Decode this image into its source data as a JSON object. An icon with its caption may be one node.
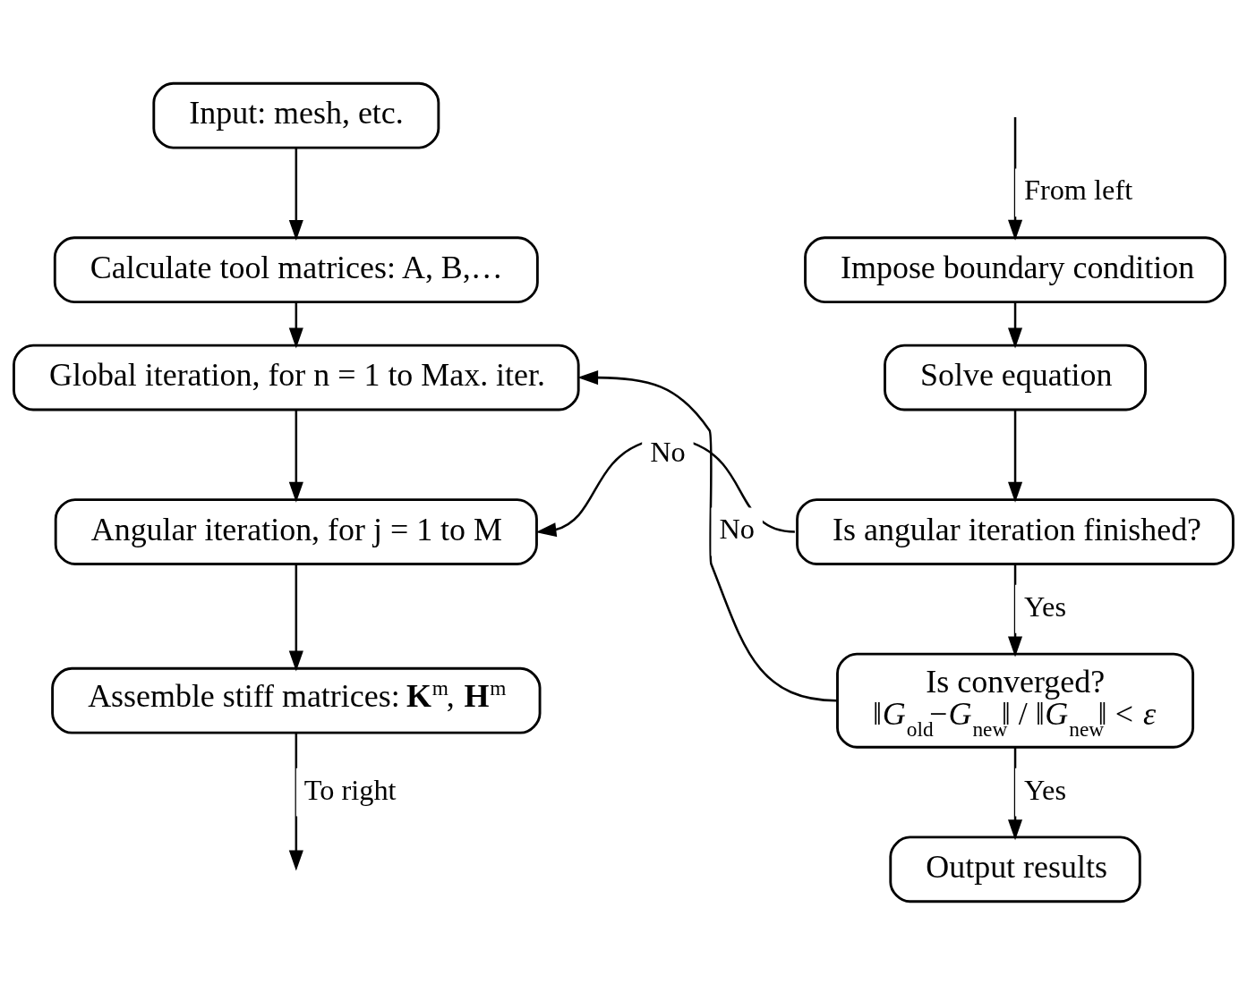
{
  "diagram": {
    "nodes": [
      {
        "text": [
          "Input: mesh, etc."
        ]
      },
      {
        "text": [
          "Calculate tool matrices: A, B,…"
        ]
      },
      {
        "text": [
          "Global iteration, for n = 1 to Max. iter."
        ]
      },
      {
        "text": [
          "Angular iteration, for j = 1 to M"
        ]
      },
      {
        "text": [
          "Assemble stiff matrices: **K**$^{m}$, **H**$^{m}$"
        ]
      },
      {
        "text": [
          "Impose boundary condition"
        ]
      },
      {
        "text": [
          "Solve equation"
        ]
      },
      {
        "text": [
          "Is angular iteration finished?"
        ]
      },
      {
        "text": [
          "Is converged?",
          "‖*G*$_{old}$−*G*$_{new}$‖ / ‖*G*$_{new}$‖ < *ε*"
        ]
      },
      {
        "text": [
          "Output results"
        ]
      }
    ],
    "edges": [
      {
        "from": 0,
        "to": 1,
        "arrow": "to"
      },
      {
        "from": 1,
        "to": 2,
        "arrow": "to"
      },
      {
        "from": 2,
        "to": 3,
        "arrow": "to"
      },
      {
        "from": 3,
        "to": 4,
        "arrow": "to"
      },
      {
        "from": 4,
        "to": null,
        "arrow": "to",
        "label": "To right"
      },
      {
        "from": null,
        "to": 5,
        "arrow": "to",
        "label": "From left"
      },
      {
        "from": 5,
        "to": 6,
        "arrow": "to"
      },
      {
        "from": 6,
        "to": 7,
        "arrow": "to"
      },
      {
        "from": 7,
        "to": 3,
        "arrow": "to",
        "label": "No"
      },
      {
        "from": 7,
        "to": 8,
        "arrow": "to",
        "label": "Yes"
      },
      {
        "from": 8,
        "to": 2,
        "arrow": "to",
        "label": "No"
      },
      {
        "from": 8,
        "to": 9,
        "arrow": "to",
        "label": "Yes"
      }
    ]
  }
}
